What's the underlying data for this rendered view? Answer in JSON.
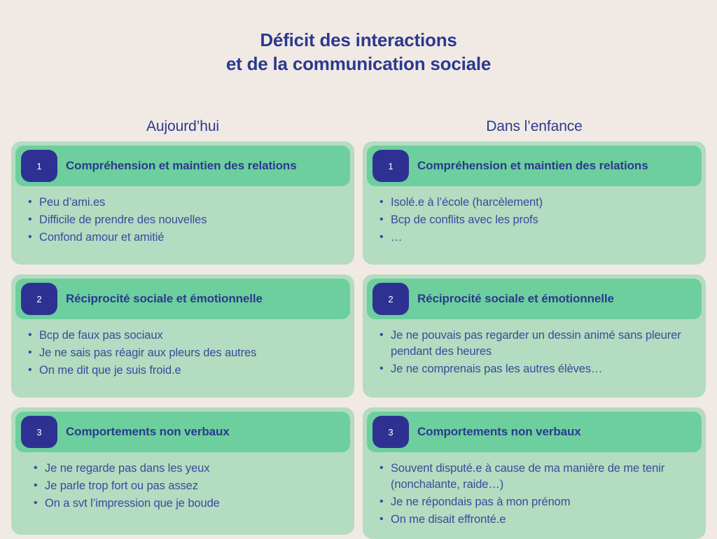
{
  "title": {
    "line1": "Déficit des interactions",
    "line2": "et de la communication sociale"
  },
  "columns": [
    {
      "header": "Aujourd’hui",
      "cards": [
        {
          "number": "1",
          "heading_line1": "Compréhension et",
          "heading_line2": "maintien des relations",
          "items": [
            "Peu d’ami.es",
            "Difficile de prendre des nouvelles",
            "Confond amour et amitié"
          ]
        },
        {
          "number": "2",
          "heading_line1": "Réciprocité sociale et émotionnelle",
          "heading_line2": "",
          "items": [
            "Bcp de faux pas sociaux",
            "Je ne sais pas réagir aux pleurs des autres",
            "On me dit que je suis froid.e"
          ]
        },
        {
          "number": "3",
          "heading_line1": "Comportements non verbaux",
          "heading_line2": "",
          "items": [
            "Je ne regarde pas dans les yeux",
            "Je parle trop fort ou pas assez",
            "On a svt l’impression que je boude"
          ]
        }
      ]
    },
    {
      "header": "Dans l’enfance",
      "cards": [
        {
          "number": "1",
          "heading_line1": "Compréhension et",
          "heading_line2": "maintien des relations",
          "items": [
            "Isolé.e à l’école (harcèlement)",
            "Bcp de conflits avec les profs",
            "…"
          ]
        },
        {
          "number": "2",
          "heading_line1": "Réciprocité sociale et émotionnelle",
          "heading_line2": "",
          "items": [
            "Je ne pouvais pas regarder un dessin animé sans pleurer pendant des heures",
            "Je ne comprenais pas les autres élèves…"
          ]
        },
        {
          "number": "3",
          "heading_line1": "Comportements non verbaux",
          "heading_line2": "",
          "items": [
            "Souvent disputé.e à cause de ma manière de me tenir (nonchalante, raide…)",
            "Je ne répondais pas à mon prénom",
            "On me disait effronté.e"
          ]
        }
      ]
    }
  ],
  "colors": {
    "background": "#f1e9e4",
    "card_body": "#b3dcc0",
    "card_band": "#6ccf9d",
    "badge": "#2e3192",
    "heading_text": "#2b3a8f",
    "body_text": "#3b4a9e"
  }
}
